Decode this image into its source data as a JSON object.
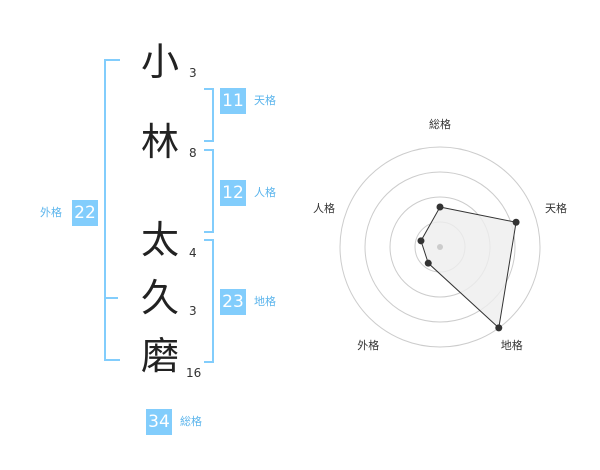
{
  "colors": {
    "accent": "#82cdfc",
    "badge": "#82cdfc",
    "label": "#5ab4ec"
  },
  "name": {
    "characters": [
      {
        "char": "小",
        "strokes": "3"
      },
      {
        "char": "林",
        "strokes": "8"
      },
      {
        "char": "太",
        "strokes": "4"
      },
      {
        "char": "久",
        "strokes": "3"
      },
      {
        "char": "磨",
        "strokes": "16"
      }
    ]
  },
  "kakusu": {
    "tenkaku": {
      "value": "11",
      "label": "天格"
    },
    "jinkaku": {
      "value": "12",
      "label": "人格"
    },
    "chikaku": {
      "value": "23",
      "label": "地格"
    },
    "gaikaku": {
      "value": "22",
      "label": "外格"
    },
    "soukaku": {
      "value": "34",
      "label": "総格"
    }
  },
  "chart_data": {
    "type": "radar",
    "axes": [
      "総格",
      "天格",
      "地格",
      "外格",
      "人格"
    ],
    "values": [
      2,
      4,
      5,
      1,
      1
    ],
    "max": 5,
    "rings": 4,
    "colors": {
      "line": "#333333",
      "fill": "#eeeeee",
      "grid": "#cccccc",
      "point": "#333333",
      "center": "#cccccc"
    }
  }
}
